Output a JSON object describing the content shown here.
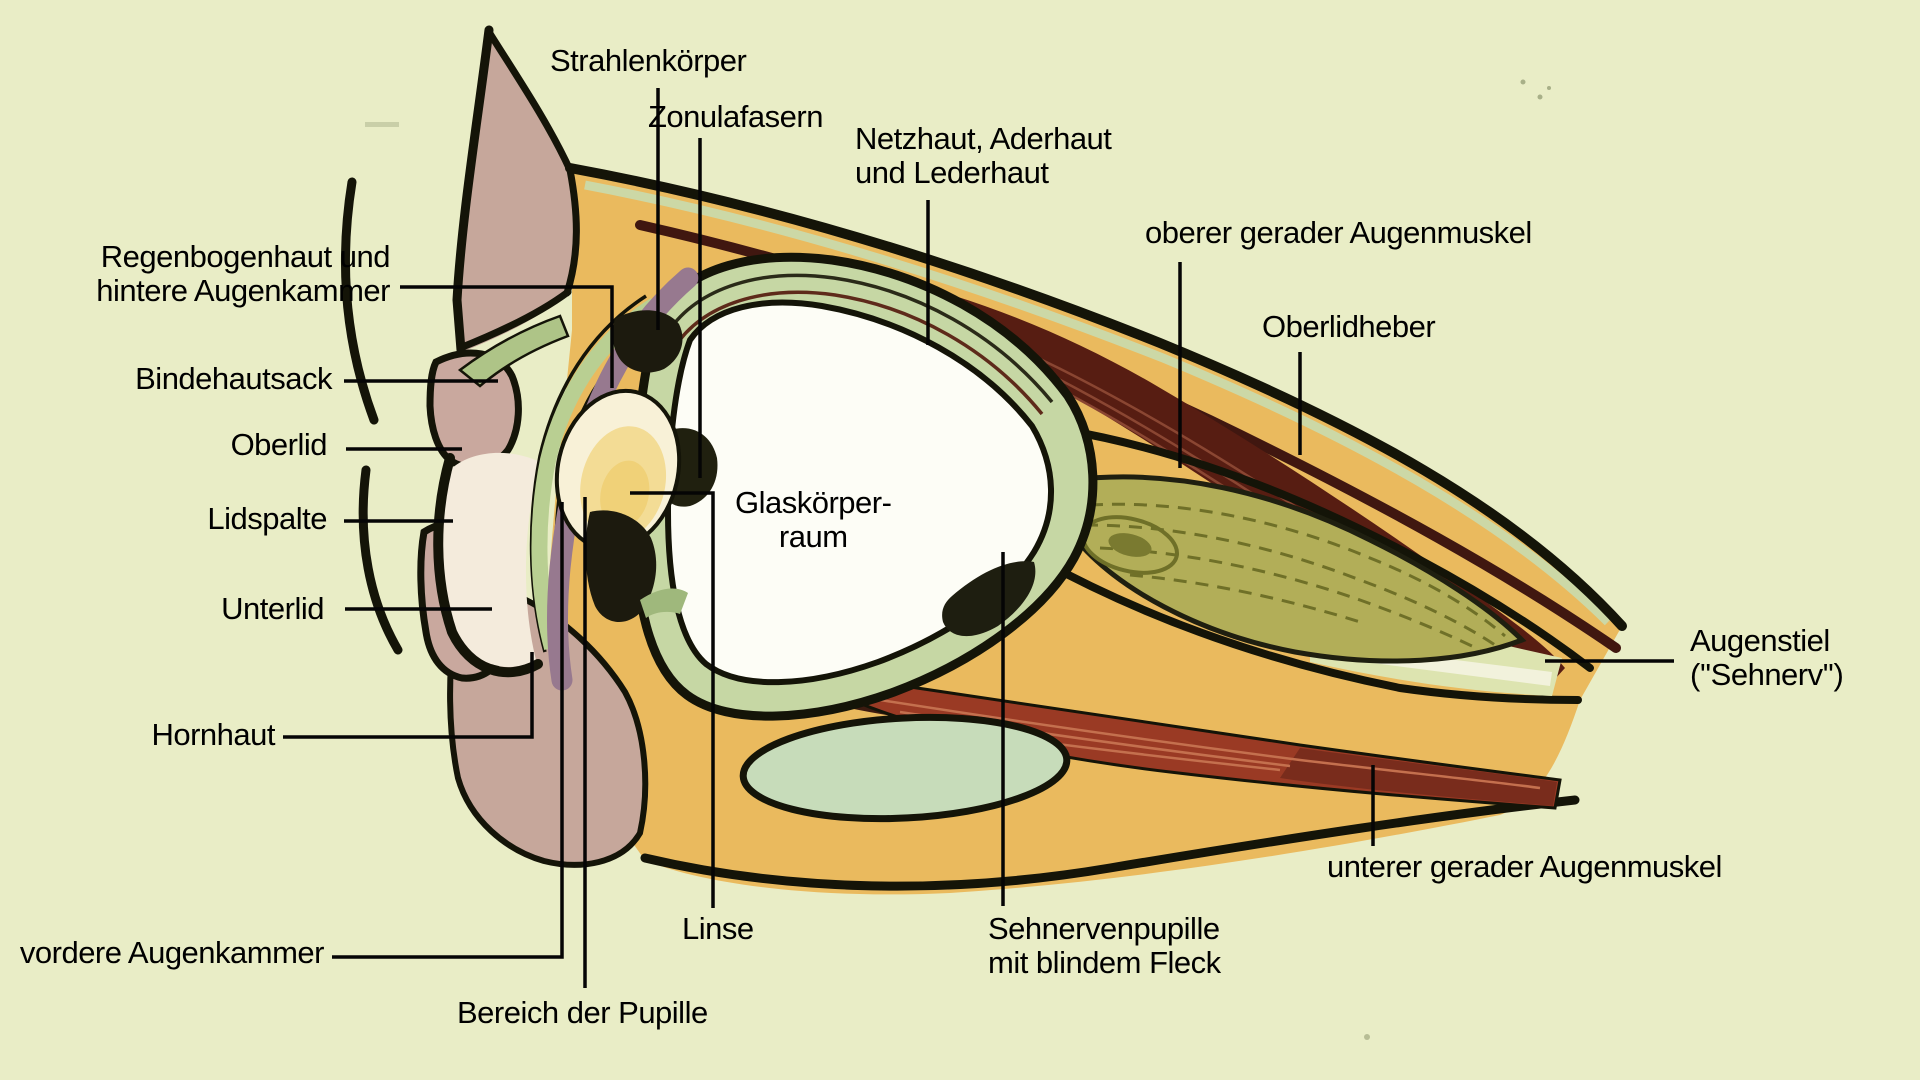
{
  "labels": {
    "strahlenkoerper": {
      "text": "Strahlenkörper"
    },
    "zonulafasern": {
      "text": "Zonulafasern"
    },
    "netzhaut": {
      "line1": "Netzhaut, Aderhaut",
      "line2": "und Lederhaut"
    },
    "oberer_gerader_augenmuskel": {
      "text": "oberer gerader Augenmuskel"
    },
    "oberlidheber": {
      "text": "Oberlidheber"
    },
    "augenstiel": {
      "line1": "Augenstiel",
      "line2": "(''Sehnerv'')"
    },
    "unterer_gerader_augenmuskel": {
      "text": "unterer gerader Augenmuskel"
    },
    "sehnervenpupille": {
      "line1": "Sehnervenpupille",
      "line2": "mit blindem Fleck"
    },
    "linse": {
      "text": "Linse"
    },
    "glaskoerperraum": {
      "line1": "Glaskörper-",
      "line2": "raum"
    },
    "regenbogenhaut": {
      "line1": "Regenbogenhaut und",
      "line2": "hintere Augenkammer"
    },
    "bindehautsack": {
      "text": "Bindehautsack"
    },
    "oberlid": {
      "text": "Oberlid"
    },
    "lidspalte": {
      "text": "Lidspalte"
    },
    "unterlid": {
      "text": "Unterlid"
    },
    "hornhaut": {
      "text": "Hornhaut"
    },
    "vordere_augenkammer": {
      "text": "vordere Augenkammer"
    },
    "bereich_der_pupille": {
      "text": "Bereich der Pupille"
    }
  },
  "palette": {
    "background": "#e9edc6",
    "orbit_orange": "#eaba5e",
    "skin_tan": "#c6a79b",
    "sclera_green": "#c6d7a4",
    "vitreous_white": "#fdfdf6",
    "upper_muscle_maroon": "#571d12",
    "lower_muscle_red": "#9a3a24",
    "optic_stalk_olive": "#b2ae58",
    "stalk_pale": "#dde4b0",
    "gland_green": "#c7dcba",
    "iris_purple": "#97798f",
    "lens_cream": "#f8f1d7",
    "lens_yellow": "#f3dc95",
    "outline_black": "#141408",
    "label_text": "#000000"
  }
}
